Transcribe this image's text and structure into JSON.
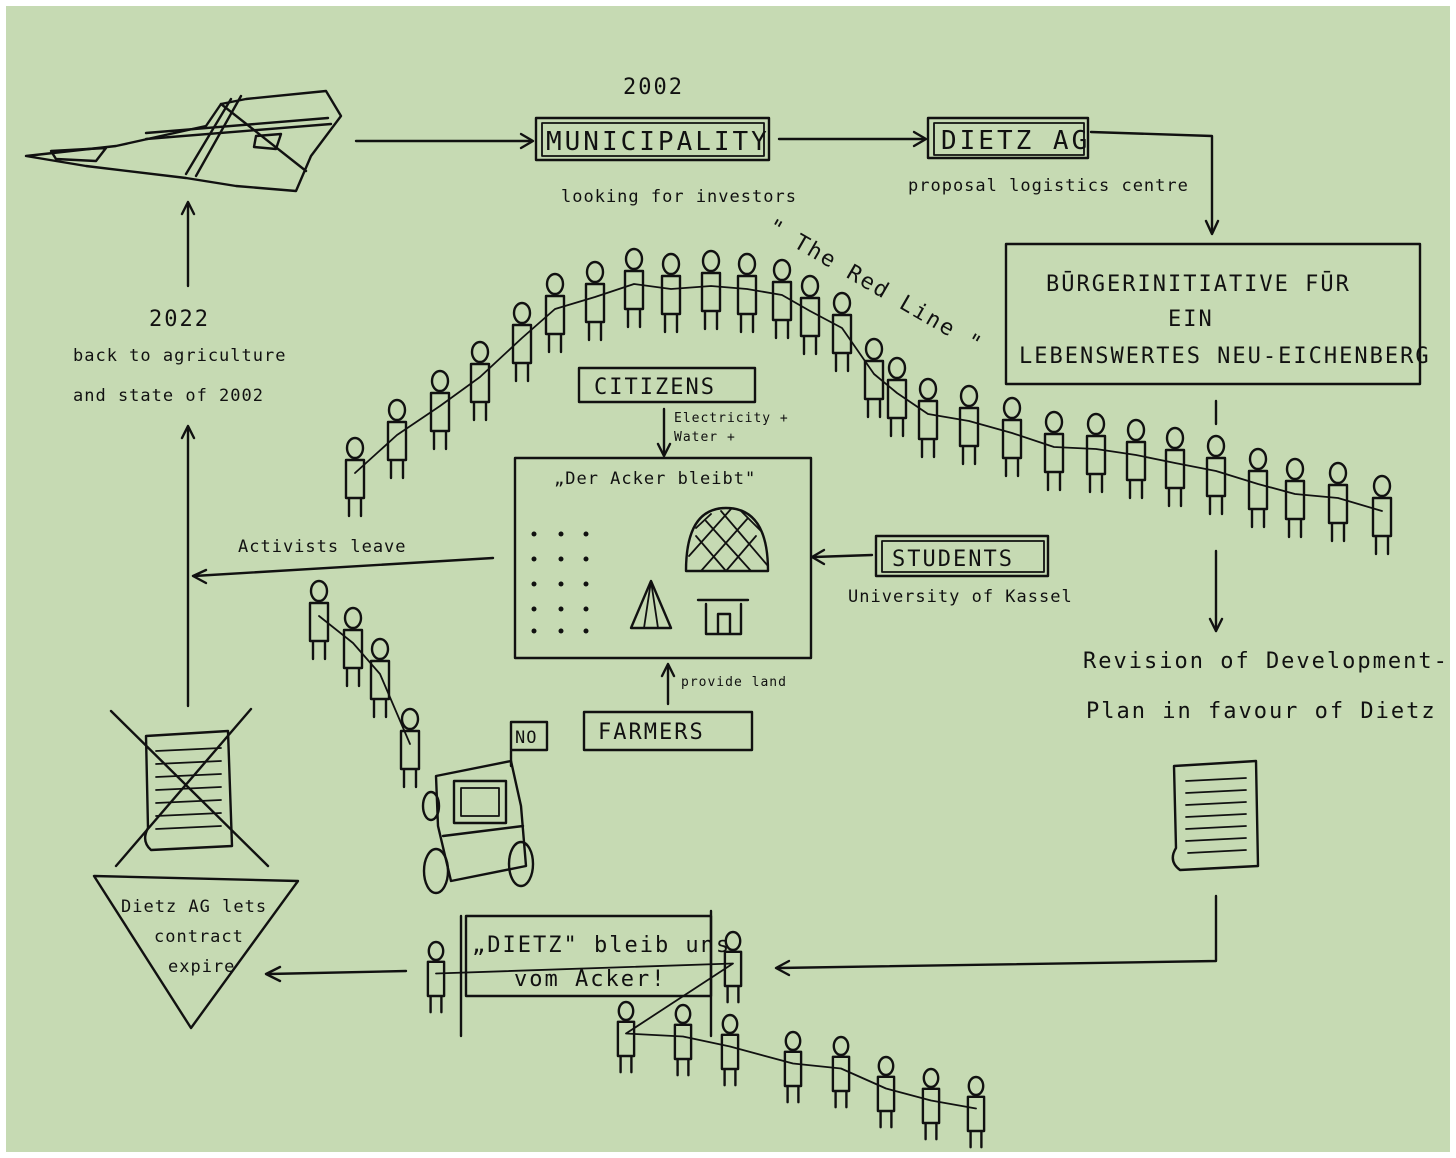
{
  "colors": {
    "background": "#c6dab3",
    "ink": "#111111",
    "frame": "#ffffff"
  },
  "year_top": "2002",
  "municipality": {
    "label": "MUNICIPALITY",
    "note": "looking for investors"
  },
  "dietz": {
    "label": "DIETZ AG",
    "note": "proposal logistics centre"
  },
  "initiative": {
    "line1": "BŪRGERINITIATIVE FŪR",
    "line2": "EIN",
    "line3": "LEBENSWERTES NEU-EICHENBERG"
  },
  "red_line": "\" The Red Line \"",
  "year_left": "2022",
  "back_note": {
    "line1": "back to agriculture",
    "line2": "and state of 2002"
  },
  "citizens": {
    "label": "CITIZENS",
    "note1": "Electricity +",
    "note2": "Water +"
  },
  "acker": {
    "title": "„Der Acker bleibt\""
  },
  "activists": "Activists leave",
  "students": {
    "label": "STUDENTS",
    "note": "University of Kassel"
  },
  "farmers": {
    "label": "FARMERS",
    "note": "provide land"
  },
  "no_sign": "NO",
  "revision": {
    "line1": "Revision of Development-",
    "line2": "Plan in favour of Dietz AG"
  },
  "expire": {
    "line1": "Dietz AG lets",
    "line2": "contract",
    "line3": "expire"
  },
  "banner": {
    "line1": "„DIETZ\" bleib uns",
    "line2": "vom Acker!"
  }
}
